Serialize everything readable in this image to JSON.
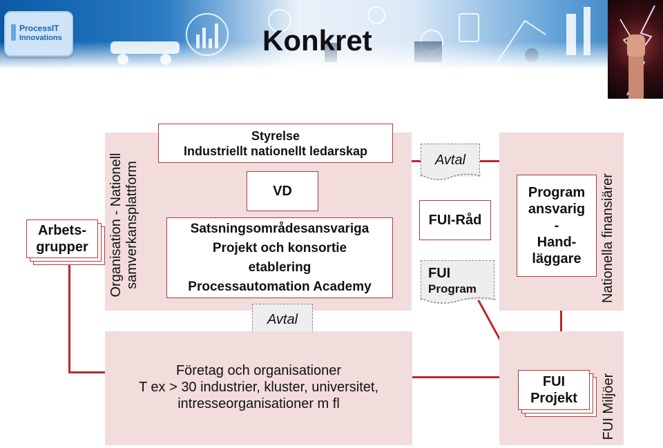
{
  "header": {
    "logo": {
      "line1": "ProcessIT",
      "line2": "Innovations"
    },
    "title": "Konkret"
  },
  "diagram": {
    "arbetsgrupper": "Arbets- grupper",
    "arbetsgrupper_l1": "Arbets-",
    "arbetsgrupper_l2": "grupper",
    "org_label_l1": "Organisation - Nationell",
    "org_label_l2": "samverkansplattform",
    "styrelse_l1": "Styrelse",
    "styrelse_l2": "Industriellt nationellt ledarskap",
    "vd": "VD",
    "satsning_l1": "Satsningsområdesansvariga",
    "satsning_l2": "Projekt och konsortie",
    "satsning_l3": "etablering",
    "satsning_l4": "Processautomation Academy",
    "avtal_bottom": "Avtal",
    "avtal_top": "Avtal",
    "fui_rad": "FUI-Råd",
    "fui_program_l1": "FUI",
    "fui_program_l2": "Program",
    "program_l1": "Program",
    "program_l2": "ansvarig",
    "program_l3": "-",
    "program_l4": "Hand-",
    "program_l5": "läggare",
    "nationella": "Nationella finansiärer",
    "foretag_l1": "Företag och organisationer",
    "foretag_l2": "T ex > 30 industrier, kluster, universitet,",
    "foretag_l3": "intresseorganisationer m fl",
    "fui_projekt_l1": "FUI",
    "fui_projekt_l2": "Projekt",
    "fui_miljoer": "FUI Miljöer"
  },
  "colors": {
    "region_fill": "#f2dcdc",
    "border_red": "#b03a3a",
    "connector_red": "#b52a2a",
    "tag_fill": "#eeeeee"
  }
}
